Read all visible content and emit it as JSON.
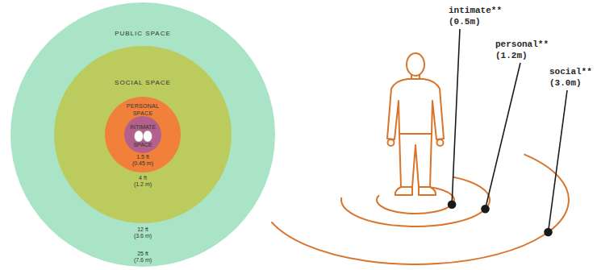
{
  "diagram": {
    "nodes": [
      {
        "text": [
          "PUBLIC SPACE"
        ]
      },
      {
        "text": [
          "SOCIAL SPACE"
        ],
        "in": 0
      },
      {
        "text": [
          "PERSONAL SPACE"
        ],
        "in": 1
      },
      {
        "text": [
          "INTIMATE SPACE"
        ],
        "in": 2
      }
    ],
    "labels": [
      "1.5 ft (0.45 m)",
      "4 ft (1.2 m)",
      "12 ft (3.6 m)",
      "25 ft (7.6 m)",
      "intimate** (0.5m)",
      "personal** (1.2m)",
      "social** (3.0m)"
    ]
  }
}
